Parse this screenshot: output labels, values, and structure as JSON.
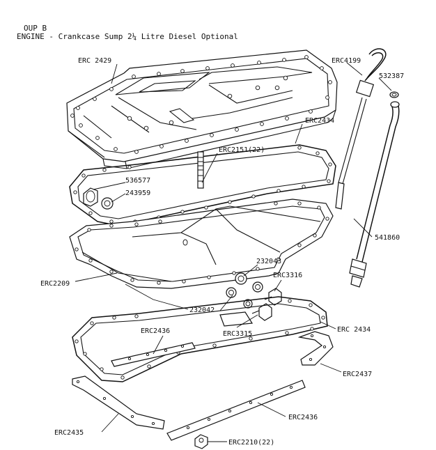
{
  "header": {
    "group": "OUP B",
    "title": "ENGINE - Crankcase Sump 2¼ Litre Diesel Optional"
  },
  "parts": [
    {
      "id": "ERC 2429"
    },
    {
      "id": "ERC4199"
    },
    {
      "id": "532387"
    },
    {
      "id": "ERC2434"
    },
    {
      "id": "ERC2151(22)"
    },
    {
      "id": "536577"
    },
    {
      "id": "243959"
    },
    {
      "id": "541860"
    },
    {
      "id": "ERC2209"
    },
    {
      "id": "232043"
    },
    {
      "id": "ERC3316"
    },
    {
      "id": "232042"
    },
    {
      "id": "ERC3315"
    },
    {
      "id": "ERC2436"
    },
    {
      "id": "ERC 2434"
    },
    {
      "id": "ERC2437"
    },
    {
      "id": "ERC2435"
    },
    {
      "id": "ERC2436"
    },
    {
      "id": "ERC2210(22)"
    }
  ]
}
